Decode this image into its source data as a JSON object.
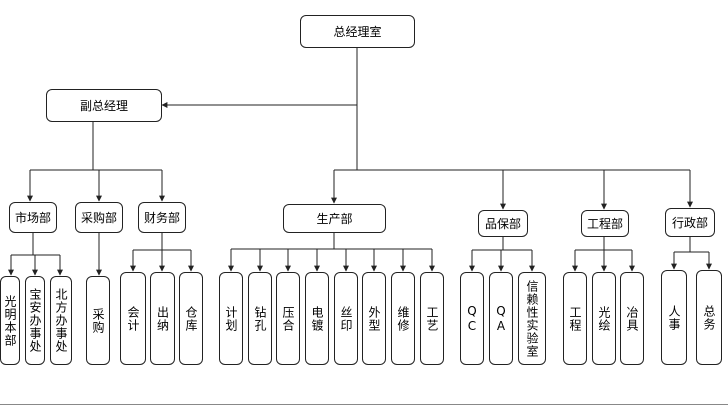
{
  "chart": {
    "root": {
      "id": "ceo",
      "label": "总经理室"
    },
    "vice": {
      "id": "vp",
      "label": "副总经理"
    },
    "departments": [
      {
        "id": "market",
        "label": "市场部",
        "children": [
          "光明本部",
          "宝安办事处",
          "北方办事处"
        ]
      },
      {
        "id": "purchase",
        "label": "采购部",
        "children": [
          "采购"
        ]
      },
      {
        "id": "finance",
        "label": "财务部",
        "children": [
          "会计",
          "出纳",
          "仓库"
        ]
      },
      {
        "id": "production",
        "label": "生产部",
        "children": [
          "计划",
          "钻孔",
          "压合",
          "电镀",
          "丝印",
          "外型",
          "维修",
          "工艺"
        ]
      },
      {
        "id": "quality",
        "label": "品保部",
        "children": [
          "QC",
          "QA",
          "信赖性实验室"
        ]
      },
      {
        "id": "engineering",
        "label": "工程部",
        "children": [
          "工程",
          "光绘",
          "冶具"
        ]
      },
      {
        "id": "admin",
        "label": "行政部",
        "children": [
          "人事",
          "总务"
        ]
      }
    ]
  }
}
